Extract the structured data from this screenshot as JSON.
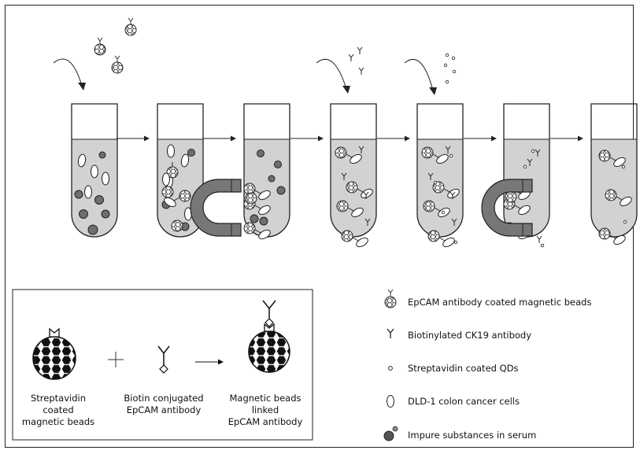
{
  "inset": {
    "streptavidin_beads_label": "Streptavidin coated\nmagnetic beads",
    "biotin_antibody_label": "Biotin conjugated\nEpCAM antibody",
    "linked_beads_label": "Magnetic beads linked\nEpCAM antibody"
  },
  "legend": {
    "items": [
      {
        "icon": "antibody-coated-bead-icon",
        "label": "EpCAM antibody coated magnetic beads"
      },
      {
        "icon": "y-antibody-icon",
        "label": "Biotinylated CK19 antibody"
      },
      {
        "icon": "quantum-dot-icon",
        "label": "Streptavidin coated QDs"
      },
      {
        "icon": "cancer-cell-icon",
        "label": "DLD-1 colon cancer cells"
      },
      {
        "icon": "impure-substance-icon",
        "label": "Impure substances in serum"
      }
    ]
  },
  "colors": {
    "line": "#222222",
    "liquid": "#d2d2d2",
    "impurity": "#6e6e6e",
    "magnet": "#777777"
  }
}
